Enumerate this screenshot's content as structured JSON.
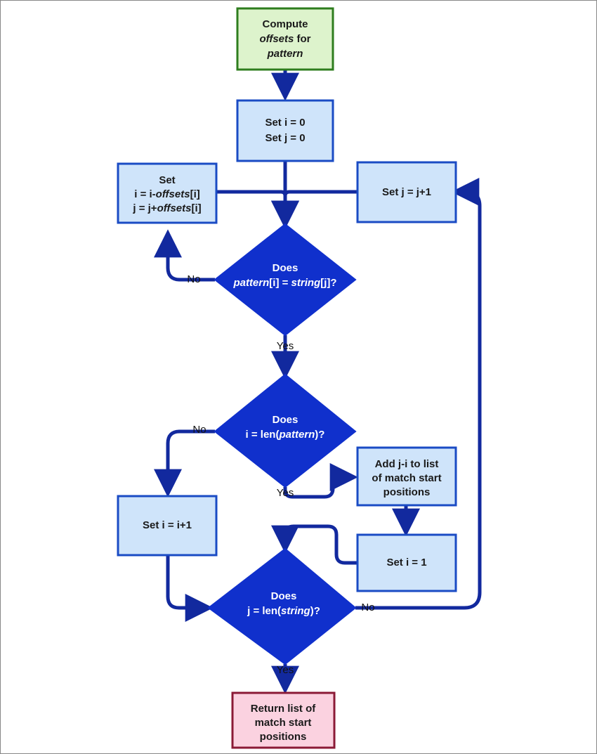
{
  "diagram": {
    "title": "String matching algorithm flowchart",
    "colors": {
      "start_fill": "#ddf3cc",
      "start_stroke": "#2e7d1e",
      "process_fill": "#cfe4fa",
      "process_stroke": "#1a4bc4",
      "decision_fill": "#1030cc",
      "decision_stroke": "#1030cc",
      "decision_text": "#ffffff",
      "end_fill": "#fbd2e0",
      "end_stroke": "#8b1a36",
      "connector": "#12299e",
      "page_border": "#888888",
      "background": "#ffffff"
    },
    "nodes": [
      {
        "id": "compute-offsets",
        "type": "start",
        "lines": [
          {
            "text": "Compute",
            "italic": false
          },
          {
            "text": "offsets for",
            "italic": "partial"
          },
          {
            "text": "pattern",
            "italic": true
          }
        ]
      },
      {
        "id": "set-i0-j0",
        "type": "process",
        "lines": [
          {
            "text": "Set i = 0",
            "italic": false
          },
          {
            "text": "Set j = 0",
            "italic": false
          }
        ]
      },
      {
        "id": "set-offsets",
        "type": "process",
        "lines": [
          {
            "text": "Set",
            "italic": false
          },
          {
            "text": "i = i-offsets[i]",
            "italic": "partial"
          },
          {
            "text": "j = j+offsets[i]",
            "italic": "partial"
          }
        ]
      },
      {
        "id": "set-j-plus-1",
        "type": "process",
        "lines": [
          {
            "text": "Set j = j+1",
            "italic": false
          }
        ]
      },
      {
        "id": "decide-pattern-eq-string",
        "type": "decision",
        "lines": [
          {
            "text": "Does",
            "italic": false
          },
          {
            "text": "pattern[i] = string[j]?",
            "italic": "partial"
          }
        ]
      },
      {
        "id": "decide-i-eq-len-pattern",
        "type": "decision",
        "lines": [
          {
            "text": "Does",
            "italic": false
          },
          {
            "text": "i = len(pattern)?",
            "italic": "partial"
          }
        ]
      },
      {
        "id": "add-match-position",
        "type": "process",
        "lines": [
          {
            "text": "Add j-i to list",
            "italic": false
          },
          {
            "text": "of match start",
            "italic": false
          },
          {
            "text": "positions",
            "italic": false
          }
        ]
      },
      {
        "id": "set-i-plus-1",
        "type": "process",
        "lines": [
          {
            "text": "Set i = i+1",
            "italic": false
          }
        ]
      },
      {
        "id": "set-i-1",
        "type": "process",
        "lines": [
          {
            "text": "Set i = 1",
            "italic": false
          }
        ]
      },
      {
        "id": "decide-j-eq-len-string",
        "type": "decision",
        "lines": [
          {
            "text": "Does",
            "italic": false
          },
          {
            "text": "j = len(string)?",
            "italic": "partial"
          }
        ]
      },
      {
        "id": "return-list",
        "type": "end",
        "lines": [
          {
            "text": "Return list of",
            "italic": false
          },
          {
            "text": "match start",
            "italic": false
          },
          {
            "text": "positions",
            "italic": false
          }
        ]
      }
    ],
    "edge_labels": {
      "no_pattern_mismatch": "No",
      "yes_pattern_match": "Yes",
      "no_i_not_len_pattern": "No",
      "yes_i_eq_len_pattern": "Yes",
      "no_j_not_len_string": "No",
      "yes_j_eq_len_string": "Yes"
    },
    "node_text": {
      "compute_l1": "Compute",
      "compute_l2_a": "offsets",
      "compute_l2_b": " for",
      "compute_l3": "pattern",
      "set0_l1": "Set i = 0",
      "set0_l2": "Set j = 0",
      "offs_l1": "Set",
      "offs_l2_a": "i = i-",
      "offs_l2_b": "offsets",
      "offs_l2_c": "[i]",
      "offs_l3_a": "j = j+",
      "offs_l3_b": "offsets",
      "offs_l3_c": "[i]",
      "setj_l1": "Set j = j+1",
      "dec1_l1": "Does",
      "dec1_l2_a": "pattern",
      "dec1_l2_b": "[i] = ",
      "dec1_l2_c": "string",
      "dec1_l2_d": "[j]?",
      "dec2_l1": "Does",
      "dec2_l2_a": "i = len(",
      "dec2_l2_b": "pattern",
      "dec2_l2_c": ")?",
      "add_l1": "Add j-i to list",
      "add_l2": "of match start",
      "add_l3": "positions",
      "seti1_l1": "Set i = i+1",
      "seti_one_l1": "Set i = 1",
      "dec3_l1": "Does",
      "dec3_l2_a": "j = len(",
      "dec3_l2_b": "string",
      "dec3_l2_c": ")?",
      "ret_l1": "Return list of",
      "ret_l2": "match start",
      "ret_l3": "positions"
    }
  }
}
